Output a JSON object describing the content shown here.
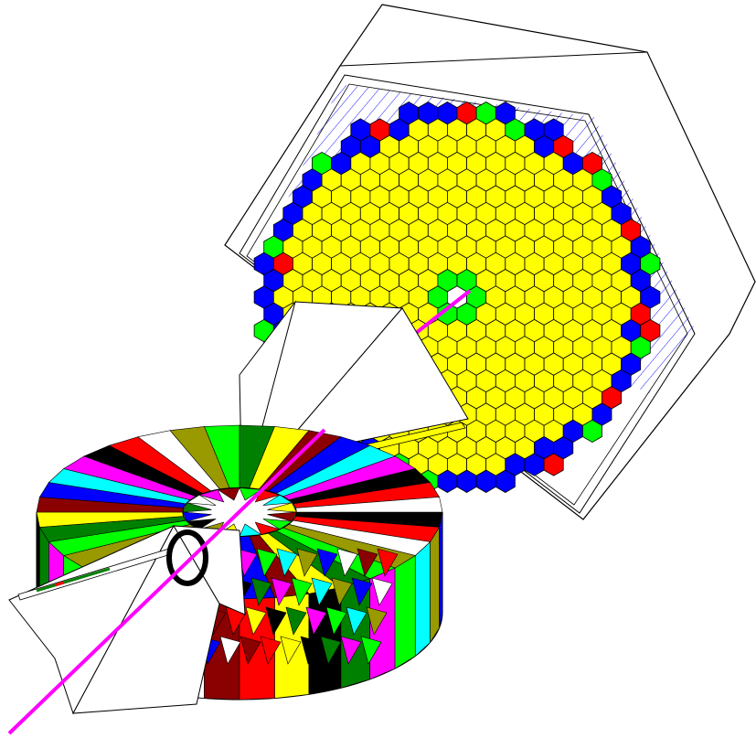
{
  "title": "",
  "palette": {
    "crystal": "#ffff00",
    "blue": "#0000ff",
    "green": "#00ff00",
    "red": "#ff0000",
    "cyan": "#00ffff",
    "magenta": "#ff00ff",
    "dark_red": "#8b0000",
    "olive": "#999900",
    "dark_green": "#008000",
    "black": "#000000",
    "white": "#ffffff",
    "beam": "#ff00ff",
    "outline": "#000000",
    "hatch": "#1a1aff"
  },
  "segment_colors": [
    "#000000",
    "#00ffff",
    "#8b0000",
    "#008000",
    "#999900",
    "#ff0000",
    "#ff00ff",
    "#0000ff",
    "#ffff00",
    "#00ff00",
    "#ffffff"
  ],
  "components": [
    "hexagonal-calorimeter",
    "crystal-array",
    "conical-flange",
    "ring-detector",
    "beam-line"
  ]
}
